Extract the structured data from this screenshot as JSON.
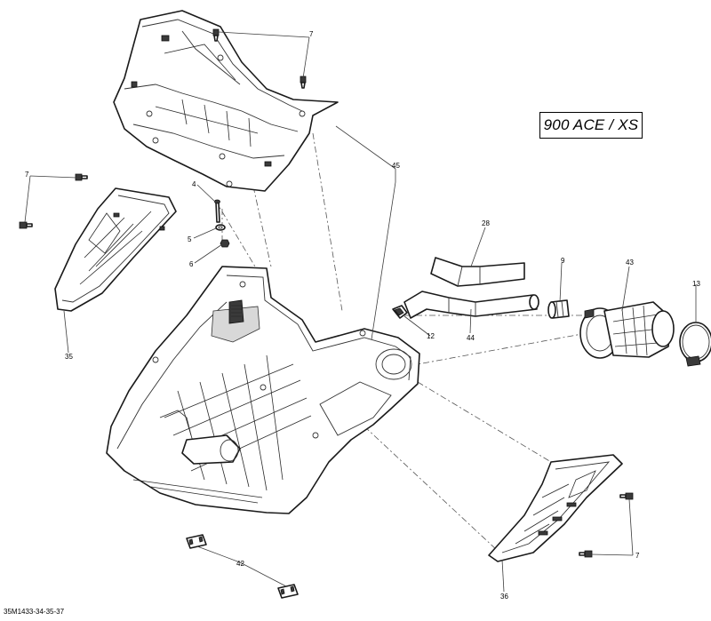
{
  "model_label": "900 ACE / XS",
  "reference_code": "35M1433-34-35-37",
  "callouts": {
    "c7_top": "7",
    "c7_left": "7",
    "c7_right": "7",
    "c4": "4",
    "c5": "5",
    "c6": "6",
    "c45": "45",
    "c28": "28",
    "c9": "9",
    "c43": "43",
    "c13": "13",
    "c12": "12",
    "c44": "44",
    "c35": "35",
    "c42": "42",
    "c36": "36"
  }
}
